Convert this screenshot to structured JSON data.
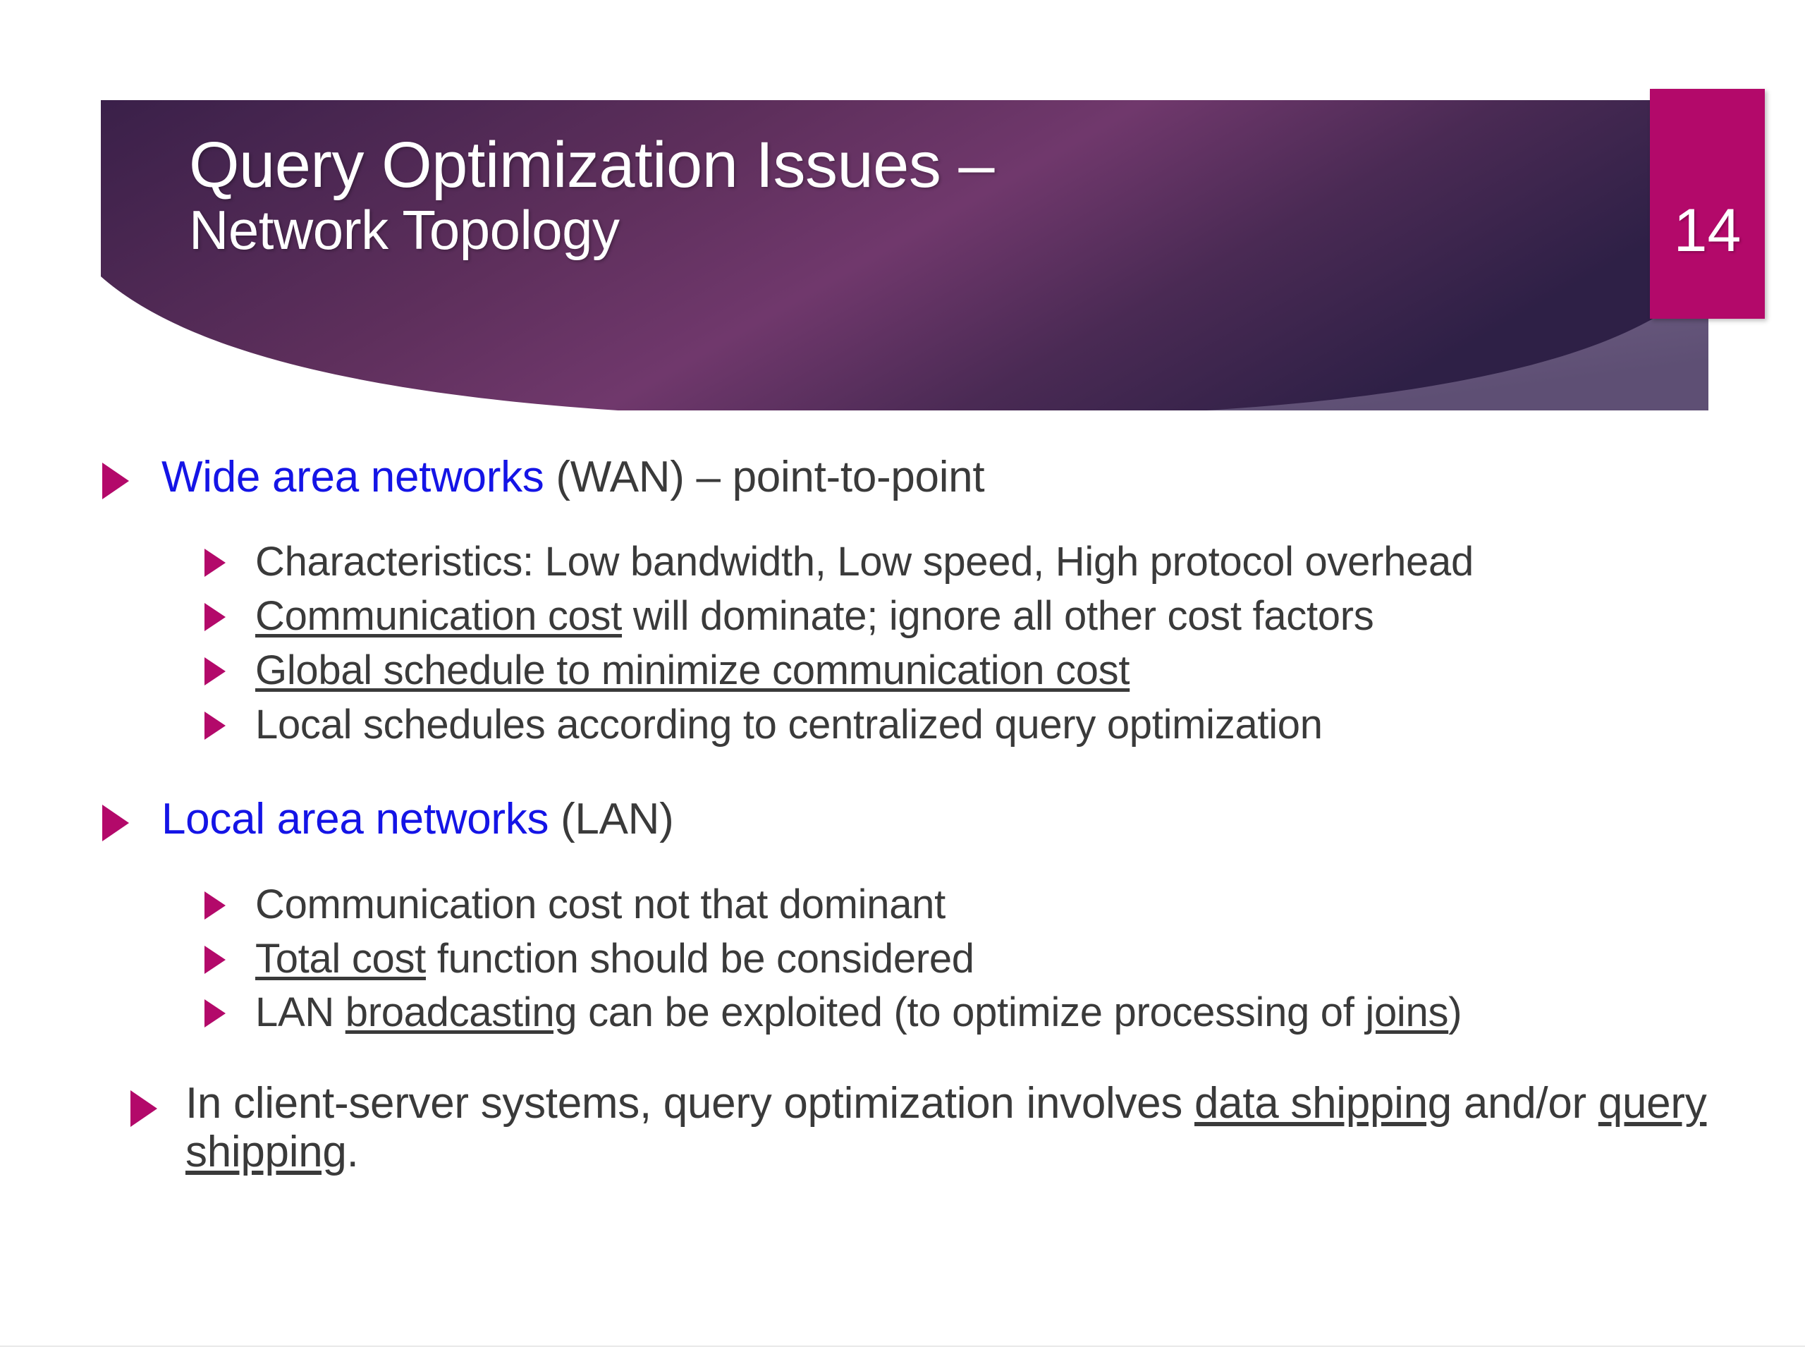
{
  "slide": {
    "number": "14",
    "title_line1": "Query Optimization Issues –",
    "title_line2": "Network Topology",
    "colors": {
      "banner_dark": "#3A2049",
      "banner_mid": "#6E3566",
      "banner_accent": "#6D5B82",
      "badge": "#B3096A",
      "bullet": "#B3096A",
      "link_blue": "#1414E6",
      "body_text": "#3A3A3A",
      "background": "#FFFFFF"
    }
  },
  "body": {
    "bullets": [
      {
        "level": 1,
        "segments": [
          {
            "text": "Wide area networks",
            "style": "blue"
          },
          {
            "text": " (WAN) – point-to-point",
            "style": "plain"
          }
        ]
      },
      {
        "level": 2,
        "segments": [
          {
            "text": "Characteristics: Low bandwidth, Low speed, High protocol overhead",
            "style": "plain"
          }
        ]
      },
      {
        "level": 2,
        "segments": [
          {
            "text": "Communication cost",
            "style": "underline"
          },
          {
            "text": " will dominate; ignore all other cost factors",
            "style": "plain"
          }
        ]
      },
      {
        "level": 2,
        "segments": [
          {
            "text": "Global schedule to minimize communication cost",
            "style": "underline"
          }
        ]
      },
      {
        "level": 2,
        "segments": [
          {
            "text": "Local schedules according to centralized query optimization",
            "style": "plain"
          }
        ]
      },
      {
        "level": 1,
        "segments": [
          {
            "text": "Local area networks",
            "style": "blue"
          },
          {
            "text": " (LAN)",
            "style": "plain"
          }
        ]
      },
      {
        "level": 2,
        "segments": [
          {
            "text": "Communication cost not that dominant",
            "style": "plain"
          }
        ]
      },
      {
        "level": 2,
        "segments": [
          {
            "text": "Total cost",
            "style": "underline"
          },
          {
            "text": " function should be considered",
            "style": "plain"
          }
        ]
      },
      {
        "level": 2,
        "segments": [
          {
            "text": "LAN ",
            "style": "plain"
          },
          {
            "text": "broadcasting",
            "style": "underline"
          },
          {
            "text": " can be exploited (to optimize processing of ",
            "style": "plain"
          },
          {
            "text": "joins",
            "style": "underline"
          },
          {
            "text": ")",
            "style": "plain"
          }
        ]
      },
      {
        "level": 1,
        "segments": [
          {
            "text": "In client-server systems, query optimization involves ",
            "style": "plain"
          },
          {
            "text": "data shipping",
            "style": "underline"
          },
          {
            "text": " and/or ",
            "style": "plain"
          },
          {
            "text": "query shipping",
            "style": "underline"
          },
          {
            "text": ".",
            "style": "plain"
          }
        ]
      }
    ]
  },
  "text": {
    "b0_seg0": "Wide area networks",
    "b0_seg1": " (WAN) – point-to-point",
    "b1_seg0": "Characteristics: Low bandwidth, Low speed, High protocol overhead",
    "b2_seg0": "Communication cost",
    "b2_seg1": " will dominate; ignore all other cost factors",
    "b3_seg0": "Global schedule to minimize communication cost",
    "b4_seg0": "Local schedules according to centralized query optimization",
    "b5_seg0": "Local area networks",
    "b5_seg1": " (LAN)",
    "b6_seg0": "Communication cost not that dominant",
    "b7_seg0": "Total cost",
    "b7_seg1": " function should be considered",
    "b8_seg0": "LAN ",
    "b8_seg1": "broadcasting",
    "b8_seg2": " can be exploited (to optimize processing of ",
    "b8_seg3": "joins",
    "b8_seg4": ")",
    "b9_seg0": "In client-server systems, query optimization involves ",
    "b9_seg1": "data shipping",
    "b9_seg2": " and/or ",
    "b9_seg3": "query shipping",
    "b9_seg4": "."
  }
}
